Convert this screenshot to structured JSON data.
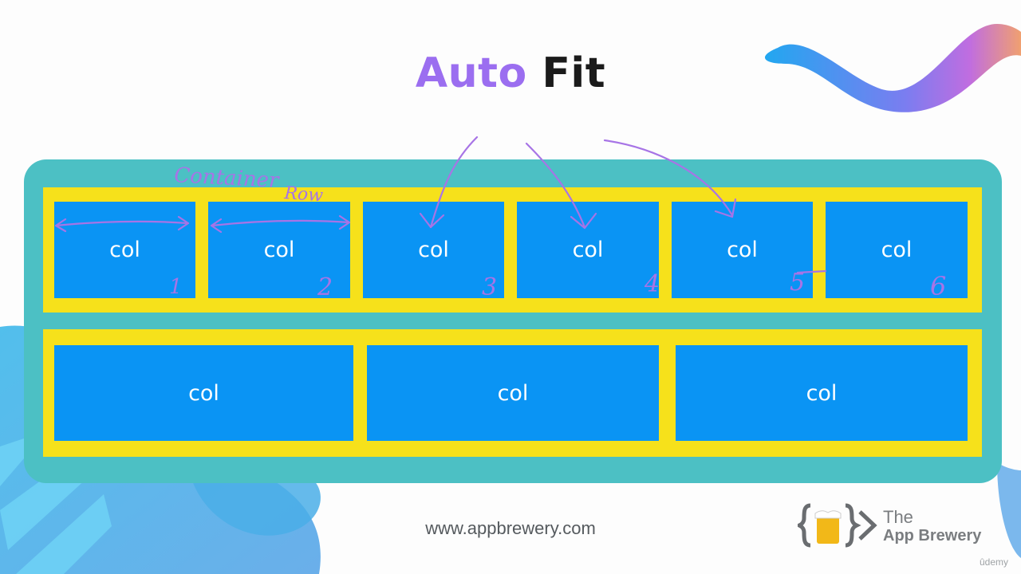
{
  "title": {
    "part1": "Auto",
    "part2": "Fit"
  },
  "diagram": {
    "row1_cols": [
      "col",
      "col",
      "col",
      "col",
      "col",
      "col"
    ],
    "row2_cols": [
      "col",
      "col",
      "col"
    ]
  },
  "annotations": {
    "container_label": "Container",
    "row_label": "Row",
    "numbers": [
      "1",
      "2",
      "3",
      "4",
      "5",
      "6"
    ]
  },
  "footer": {
    "url": "www.appbrewery.com"
  },
  "brand": {
    "the": "The",
    "name": "App Brewery",
    "platform": "ûdemy"
  },
  "colors": {
    "container": "#4cc0c4",
    "row": "#f6e11b",
    "col": "#0a94f4",
    "annotation": "#a774e6",
    "title_accent": "#9b6ef0"
  }
}
